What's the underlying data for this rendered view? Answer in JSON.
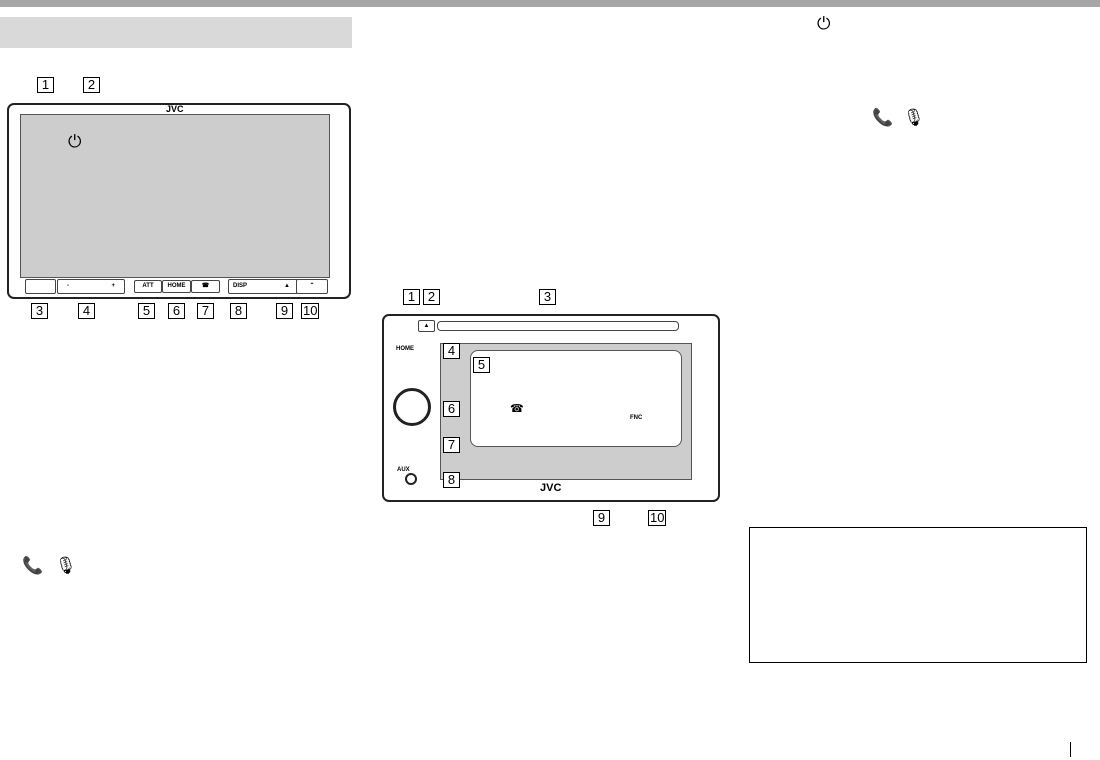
{
  "device_top": {
    "logo": "JVC",
    "buttons": {
      "minus": "-",
      "plus": "+",
      "att": "ATT",
      "home": "HOME",
      "disp": "DISP",
      "eject": "▲",
      "up": "⌃"
    },
    "callouts": [
      "1",
      "2",
      "3",
      "4",
      "5",
      "6",
      "7",
      "8",
      "9",
      "10"
    ]
  },
  "device_bottom": {
    "logo": "JVC",
    "labels": {
      "home": "HOME",
      "aux": "AUX",
      "fnc": "FNC",
      "eject": "▲"
    },
    "callouts": [
      "1",
      "2",
      "3",
      "4",
      "5",
      "6",
      "7",
      "8",
      "9",
      "10"
    ]
  },
  "icons": [
    "power-icon",
    "phone-icon",
    "microphone-icon"
  ]
}
